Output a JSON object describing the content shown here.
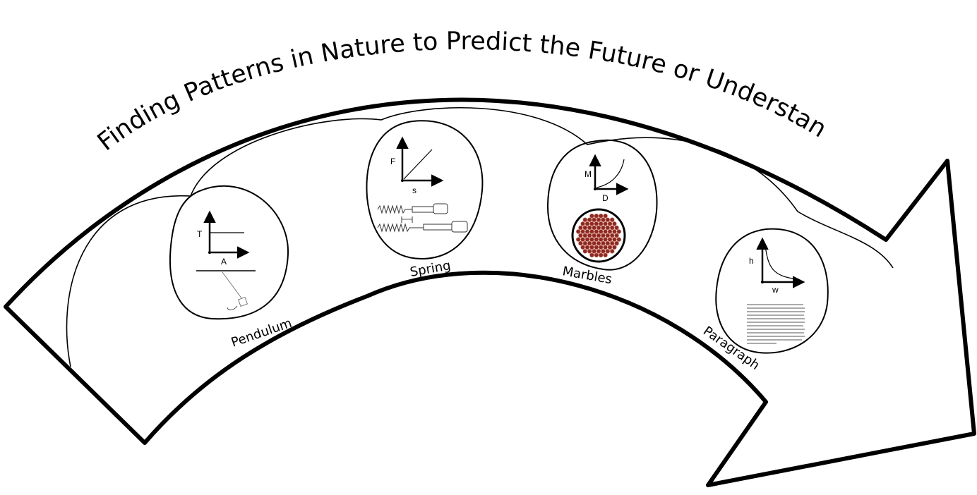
{
  "title": "Finding Patterns in Nature to Predict the Future or Understand the Past",
  "stages": [
    {
      "id": "pendulum",
      "label": "Pendulum",
      "graph": {
        "y": "T",
        "x": "A"
      }
    },
    {
      "id": "spring",
      "label": "Spring",
      "graph": {
        "y": "F",
        "x": "s"
      }
    },
    {
      "id": "marbles",
      "label": "Marbles",
      "graph": {
        "y": "M",
        "x": "D"
      }
    },
    {
      "id": "paragraph",
      "label": "Paragraph",
      "graph": {
        "y": "h",
        "x": "w"
      }
    }
  ],
  "colors": {
    "ink": "#000000",
    "marble": "#8b2a22",
    "marble_highlight": "#c46b5f"
  }
}
